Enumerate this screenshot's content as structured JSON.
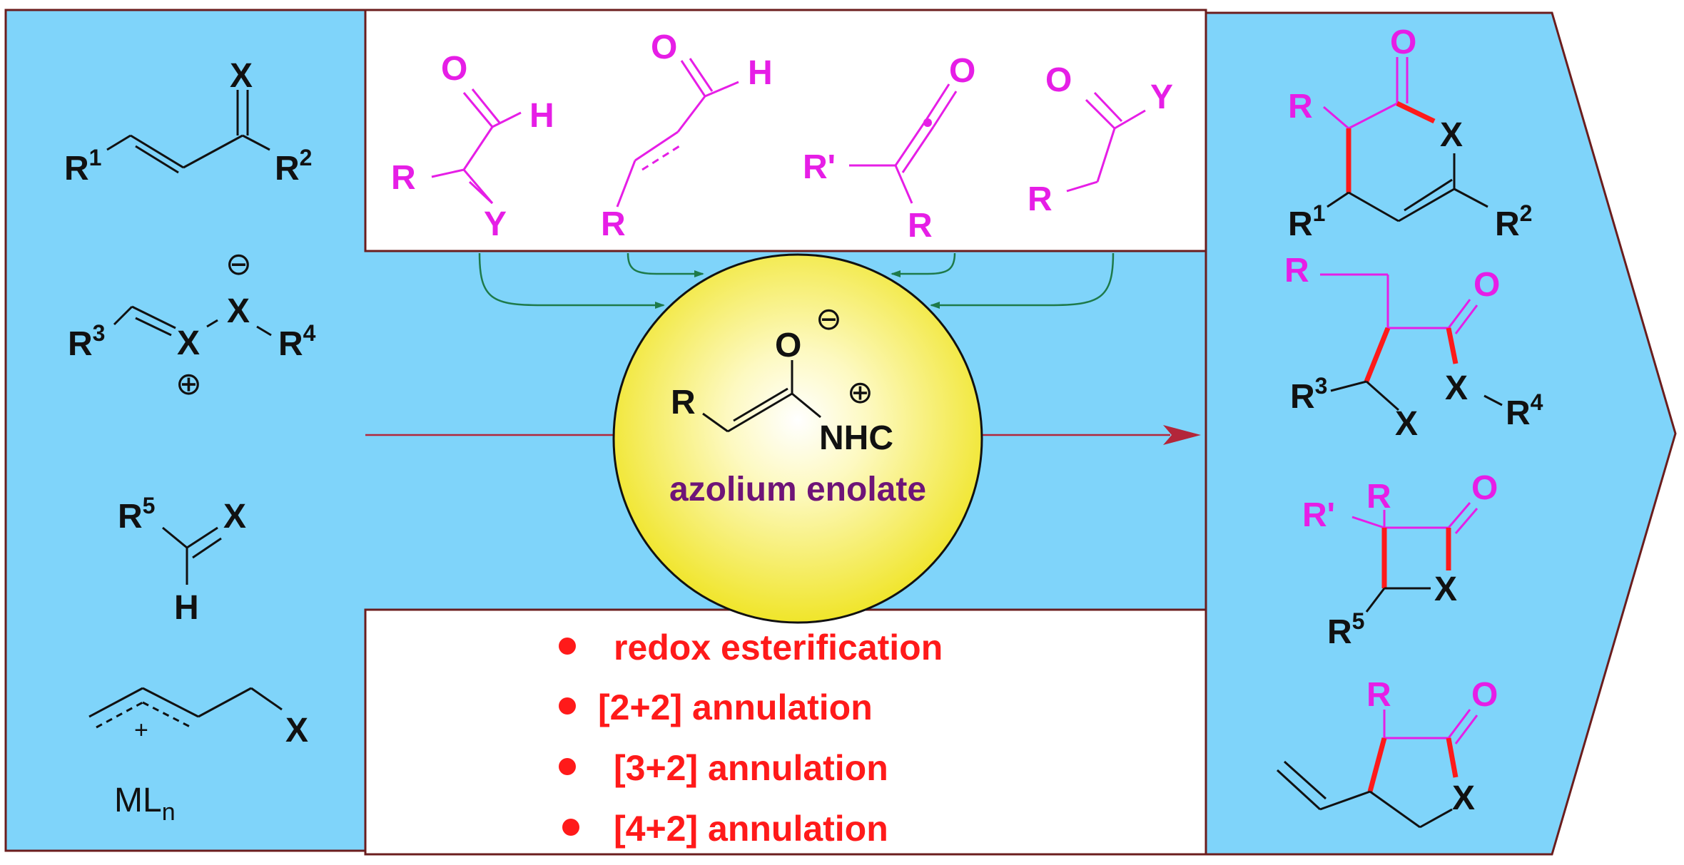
{
  "colors": {
    "panel_blue": "#7fd4fa",
    "border": "#6b1d1d",
    "black": "#111111",
    "magenta": "#e61ee6",
    "red": "#ff1a1a",
    "green": "#1e7a4a",
    "purple": "#6e1478",
    "sphere": "#f2ea2a",
    "arrow_red": "#b3263a"
  },
  "left_substrates": {
    "enone": {
      "x_top": "X",
      "r1": "R",
      "r1_sup": "1",
      "r2": "R",
      "r2_sup": "2"
    },
    "ylide": {
      "minus": "⊖",
      "x_a": "X",
      "x_b": "X",
      "r3": "R",
      "r3_sup": "3",
      "r4": "R",
      "r4_sup": "4",
      "plus": "⊕"
    },
    "aldimine": {
      "r5": "R",
      "r5_sup": "5",
      "x": "X",
      "h": "H"
    },
    "allyl": {
      "plus": "+",
      "x": "X",
      "mln": "ML",
      "mln_sub": "n"
    }
  },
  "top_precursors": {
    "alpha_functionalized_aldehyde": {
      "o": "O",
      "h": "H",
      "r": "R",
      "y": "Y"
    },
    "enal": {
      "o": "O",
      "h": "H",
      "r": "R"
    },
    "ketene": {
      "o": "O",
      "r_prime": "R'",
      "r": "R"
    },
    "acyl_compound": {
      "o": "O",
      "y": "Y",
      "r": "R"
    }
  },
  "center": {
    "o": "O",
    "minus": "⊖",
    "plus": "⊕",
    "r": "R",
    "nhc": "NHC",
    "label": "azolium enolate"
  },
  "reaction_types": [
    "redox esterification",
    "[2+2] annulation",
    "[3+2] annulation",
    "[4+2] annulation"
  ],
  "products": {
    "six_ring": {
      "o": "O",
      "r": "R",
      "x": "X",
      "r1": "R",
      "r1_sup": "1",
      "r2": "R",
      "r2_sup": "2"
    },
    "five_ring": {
      "r": "R",
      "o": "O",
      "r3": "R",
      "r3_sup": "3",
      "x_a": "X",
      "x_b": "X",
      "r4": "R",
      "r4_sup": "4"
    },
    "four_ring": {
      "r": "R",
      "r_prime": "R'",
      "o": "O",
      "x": "X",
      "r5": "R",
      "r5_sup": "5"
    },
    "vinyl_ring": {
      "r": "R",
      "o": "O",
      "x": "X"
    }
  }
}
